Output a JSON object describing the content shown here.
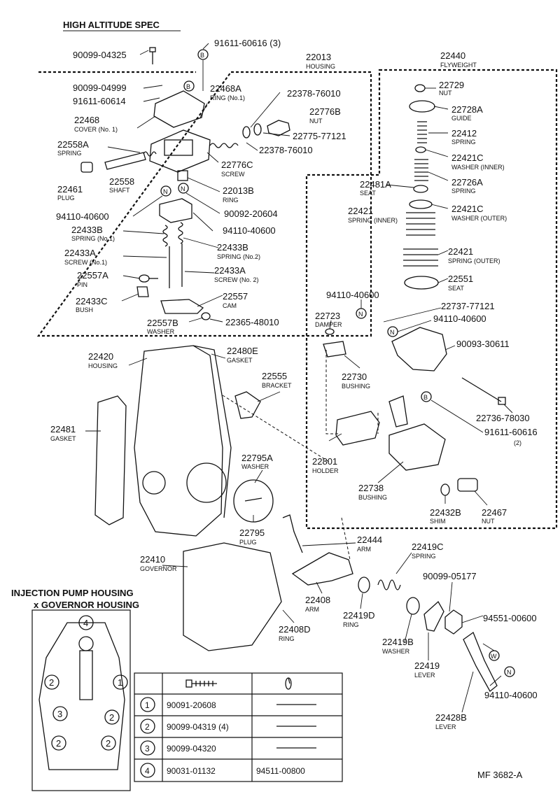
{
  "diagram": {
    "title": "HIGH ALTITUDE SPEC",
    "figure_code": "MF 3682-A",
    "inset_title": [
      "INJECTION PUMP HOUSING",
      "x GOVERNOR HOUSING"
    ],
    "labels": [
      {
        "id": "p1",
        "part": "90099-04325",
        "name": ""
      },
      {
        "id": "p2",
        "part": "91611-60616 (3)",
        "name": ""
      },
      {
        "id": "p3",
        "part": "22013",
        "name": "HOUSING"
      },
      {
        "id": "p4",
        "part": "22440",
        "name": "FLYWEIGHT"
      },
      {
        "id": "p5",
        "part": "90099-04999",
        "name": ""
      },
      {
        "id": "p6",
        "part": "91611-60614",
        "name": ""
      },
      {
        "id": "p7",
        "part": "22468A",
        "name": "RING (No.1)"
      },
      {
        "id": "p8",
        "part": "22378-76010",
        "name": ""
      },
      {
        "id": "p9",
        "part": "22729",
        "name": "NUT"
      },
      {
        "id": "p10",
        "part": "22728A",
        "name": "GUIDE"
      },
      {
        "id": "p11",
        "part": "22468",
        "name": "COVER (No. 1)"
      },
      {
        "id": "p12",
        "part": "22776B",
        "name": "NUT"
      },
      {
        "id": "p13",
        "part": "22775-77121",
        "name": ""
      },
      {
        "id": "p14",
        "part": "22412",
        "name": "SPRING"
      },
      {
        "id": "p15",
        "part": "22558A",
        "name": "SPRING"
      },
      {
        "id": "p16",
        "part": "22378-76010",
        "name": ""
      },
      {
        "id": "p17",
        "part": "22421C",
        "name": "WASHER (INNER)"
      },
      {
        "id": "p18",
        "part": "22776C",
        "name": "SCREW"
      },
      {
        "id": "p19",
        "part": "22481A",
        "name": "SEAT"
      },
      {
        "id": "p20",
        "part": "22726A",
        "name": "SPRING"
      },
      {
        "id": "p21",
        "part": "22461",
        "name": "PLUG"
      },
      {
        "id": "p22",
        "part": "22558",
        "name": "SHAFT"
      },
      {
        "id": "p23",
        "part": "22013B",
        "name": "RING"
      },
      {
        "id": "p24",
        "part": "94110-40600",
        "name": ""
      },
      {
        "id": "p25",
        "part": "90092-20604",
        "name": ""
      },
      {
        "id": "p26",
        "part": "22421",
        "name": "SPRING (INNER)"
      },
      {
        "id": "p27",
        "part": "22421C",
        "name": "WASHER (OUTER)"
      },
      {
        "id": "p28",
        "part": "22433B",
        "name": "SPRING (No.1)"
      },
      {
        "id": "p29",
        "part": "94110-40600",
        "name": ""
      },
      {
        "id": "p30",
        "part": "22433A",
        "name": "SCREW (No.1)"
      },
      {
        "id": "p31",
        "part": "22433B",
        "name": "SPRING (No.2)"
      },
      {
        "id": "p32",
        "part": "22421",
        "name": "SPRING (OUTER)"
      },
      {
        "id": "p33",
        "part": "22557A",
        "name": "PIN"
      },
      {
        "id": "p34",
        "part": "22433A",
        "name": "SCREW (No. 2)"
      },
      {
        "id": "p35",
        "part": "22551",
        "name": "SEAT"
      },
      {
        "id": "p36",
        "part": "94110-40600",
        "name": ""
      },
      {
        "id": "p37",
        "part": "22433C",
        "name": "BUSH"
      },
      {
        "id": "p38",
        "part": "22557",
        "name": "CAM"
      },
      {
        "id": "p39",
        "part": "22737-77121",
        "name": ""
      },
      {
        "id": "p40",
        "part": "22723",
        "name": "DAMPER"
      },
      {
        "id": "p41",
        "part": "22557B",
        "name": "WASHER"
      },
      {
        "id": "p42",
        "part": "22365-48010",
        "name": ""
      },
      {
        "id": "p43",
        "part": "94110-40600",
        "name": ""
      },
      {
        "id": "p44",
        "part": "22420",
        "name": "HOUSING"
      },
      {
        "id": "p45",
        "part": "22480E",
        "name": "GASKET"
      },
      {
        "id": "p46",
        "part": "90093-30611",
        "name": ""
      },
      {
        "id": "p47",
        "part": "22555",
        "name": "BRACKET"
      },
      {
        "id": "p48",
        "part": "22730",
        "name": "BUSHING"
      },
      {
        "id": "p49",
        "part": "22481",
        "name": "GASKET"
      },
      {
        "id": "p50",
        "part": "22736-78030",
        "name": ""
      },
      {
        "id": "p51",
        "part": "91611-60616",
        "name": "(2)"
      },
      {
        "id": "p52",
        "part": "22795A",
        "name": "WASHER"
      },
      {
        "id": "p53",
        "part": "22801",
        "name": "HOLDER"
      },
      {
        "id": "p54",
        "part": "22738",
        "name": "BUSHING"
      },
      {
        "id": "p55",
        "part": "22432B",
        "name": "SHIM"
      },
      {
        "id": "p56",
        "part": "22467",
        "name": "NUT"
      },
      {
        "id": "p57",
        "part": "22795",
        "name": "PLUG"
      },
      {
        "id": "p58",
        "part": "22444",
        "name": "ARM"
      },
      {
        "id": "p59",
        "part": "22410",
        "name": "GOVERNOR"
      },
      {
        "id": "p60",
        "part": "22419C",
        "name": "SPRING"
      },
      {
        "id": "p61",
        "part": "90099-05177",
        "name": ""
      },
      {
        "id": "p62",
        "part": "22408",
        "name": "ARM"
      },
      {
        "id": "p63",
        "part": "22419D",
        "name": "RING"
      },
      {
        "id": "p64",
        "part": "22408D",
        "name": "RING"
      },
      {
        "id": "p65",
        "part": "94551-00600",
        "name": ""
      },
      {
        "id": "p66",
        "part": "22419B",
        "name": "WASHER"
      },
      {
        "id": "p67",
        "part": "22419",
        "name": "LEVER"
      },
      {
        "id": "p68",
        "part": "94110-40600",
        "name": ""
      },
      {
        "id": "p69",
        "part": "22428B",
        "name": "LEVER"
      }
    ],
    "callout_letters": {
      "B": "B",
      "N": "N",
      "W": "W"
    },
    "inset_markers": [
      "1",
      "2",
      "3",
      "4"
    ],
    "fastener_table": {
      "rows": [
        {
          "key": "1",
          "bolt": "90091-20608",
          "washer": ""
        },
        {
          "key": "2",
          "bolt": "90099-04319 (4)",
          "washer": ""
        },
        {
          "key": "3",
          "bolt": "90099-04320",
          "washer": ""
        },
        {
          "key": "4",
          "bolt": "90031-01132",
          "washer": "94511-00800"
        }
      ]
    }
  }
}
